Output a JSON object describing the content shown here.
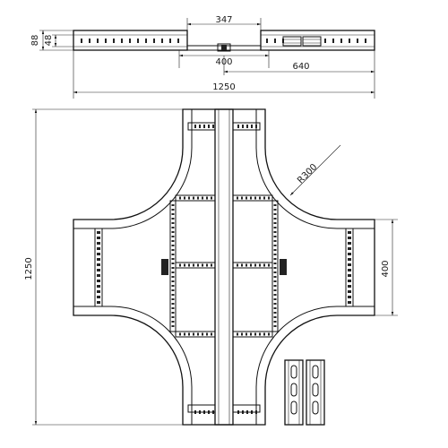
{
  "drawing": {
    "dimensions": {
      "top_height_total": "88",
      "top_height_side": "48",
      "top_width_347": "347",
      "top_width_400": "400",
      "top_width_640": "640",
      "top_width_1250": "1250",
      "plan_height_1250": "1250",
      "plan_radius": "R300",
      "plan_width_400": "400"
    },
    "colors": {
      "line": "#111111",
      "background": "#ffffff"
    }
  }
}
